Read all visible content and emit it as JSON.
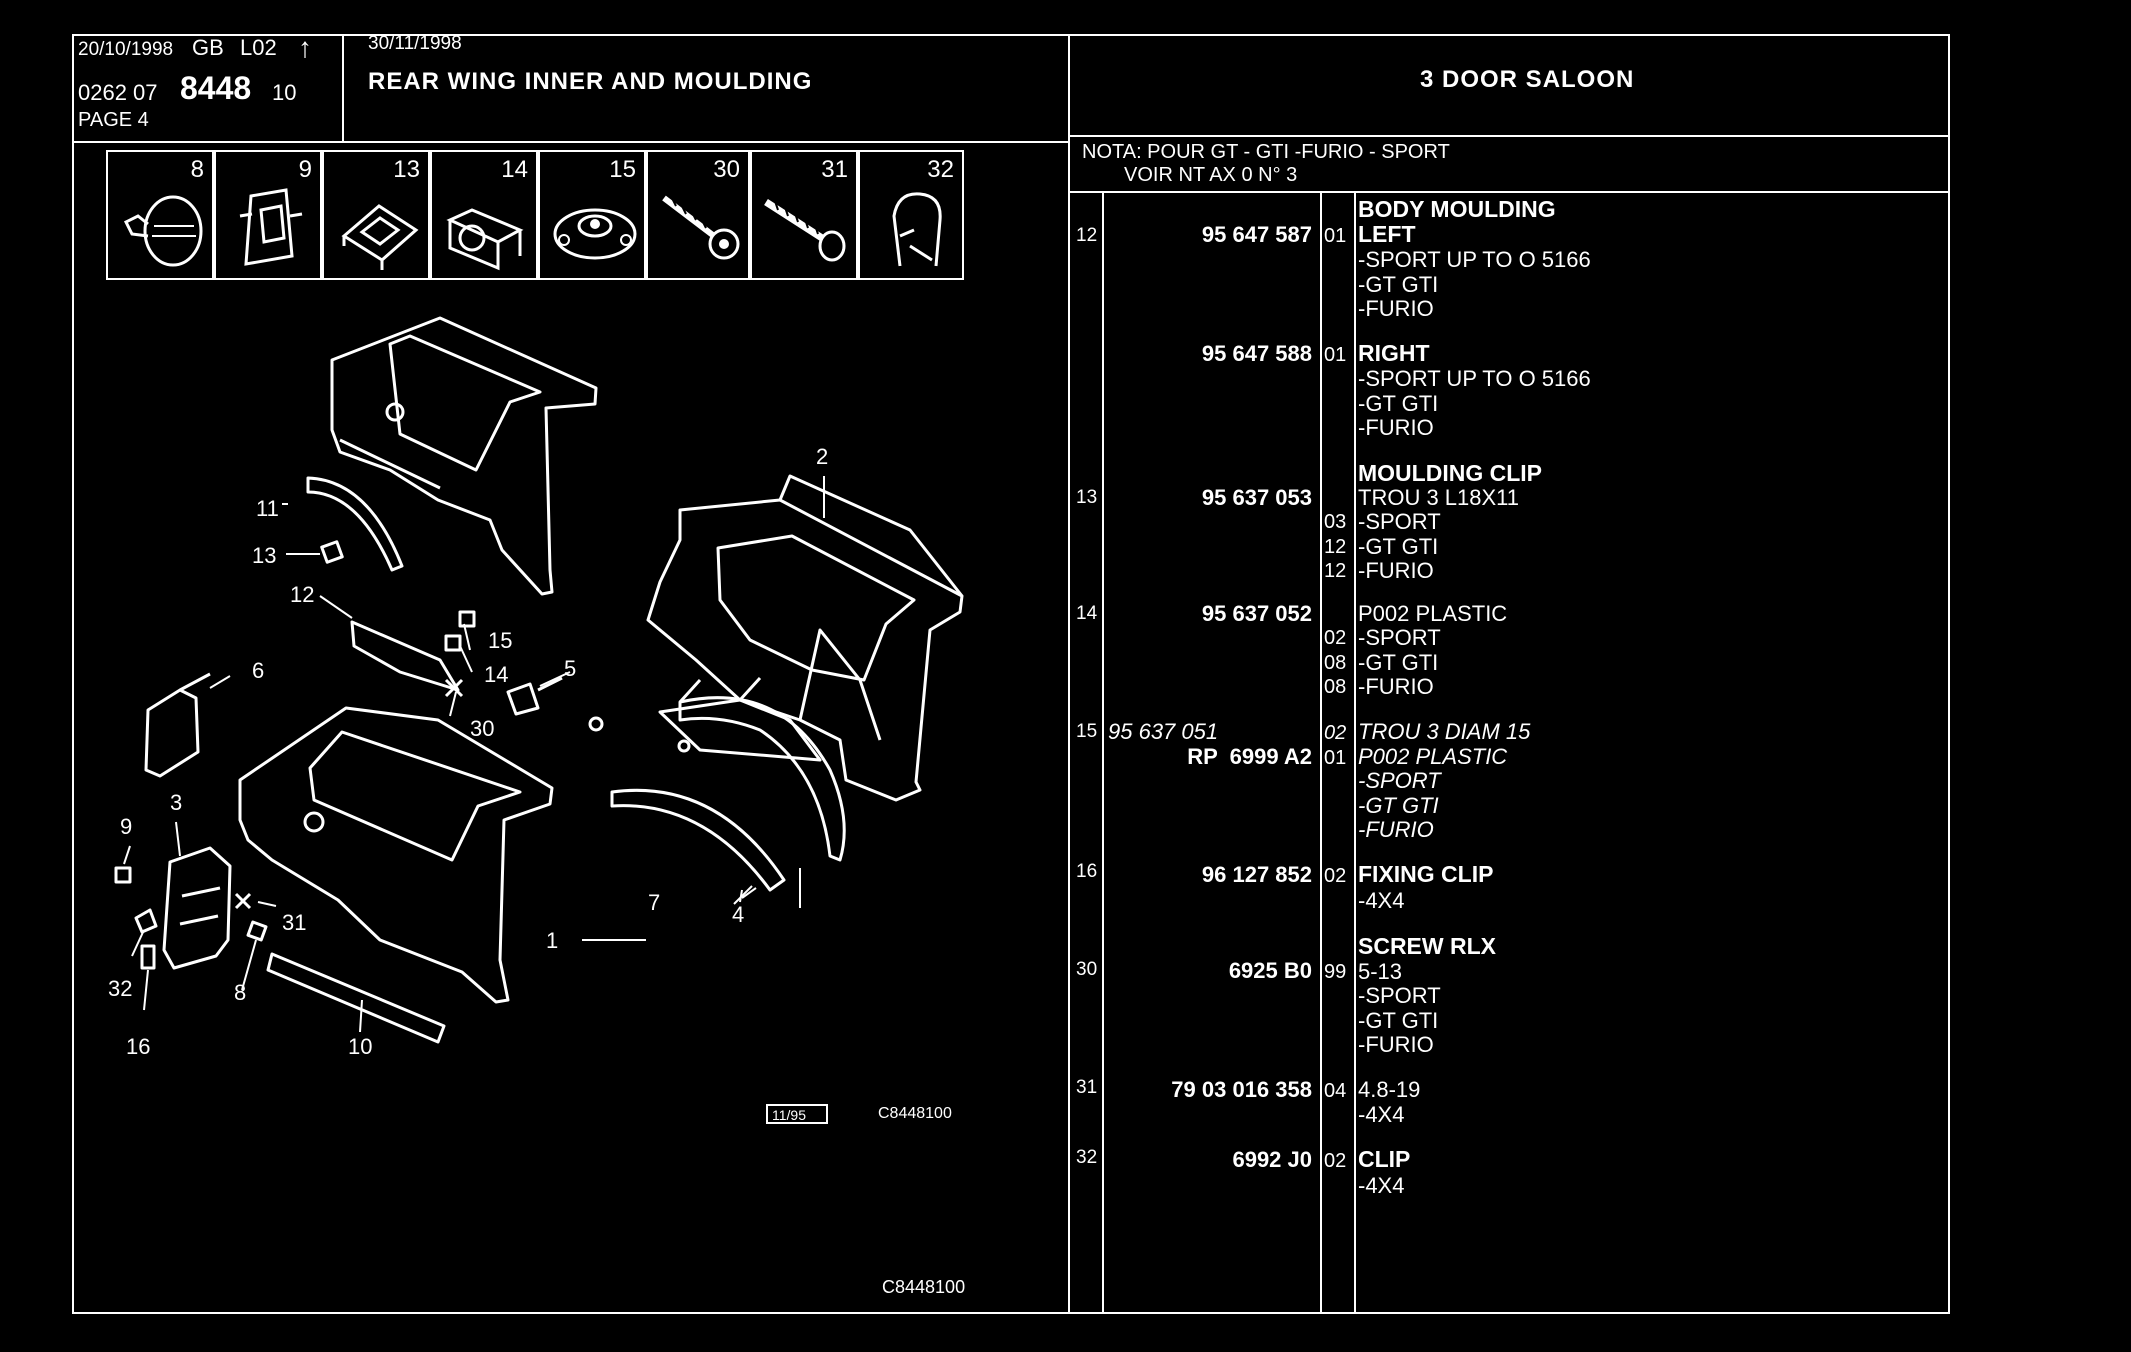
{
  "header": {
    "date_left": "20/10/1998",
    "lang_code": "GB",
    "list_code": "L02",
    "arrow": "↑",
    "catalog_prefix": "0262 07",
    "catalog_big": "8448",
    "catalog_suffix": "10",
    "page": "PAGE 4",
    "date_right": "30/11/1998",
    "section_title": "REAR WING INNER AND MOULDING",
    "model": "3 DOOR SALOON"
  },
  "nota": {
    "line1": "NOTA: POUR GT - GTI -FURIO - SPORT",
    "line2": "VOIR NT AX 0 N° 3"
  },
  "icons": [
    {
      "num": "8",
      "name": "push-rivet-icon"
    },
    {
      "num": "9",
      "name": "clip-bracket-icon"
    },
    {
      "num": "13",
      "name": "square-clip-icon"
    },
    {
      "num": "14",
      "name": "retainer-clip-icon"
    },
    {
      "num": "15",
      "name": "round-plastic-clip-icon"
    },
    {
      "num": "30",
      "name": "screw-icon"
    },
    {
      "num": "31",
      "name": "self-tapping-screw-icon"
    },
    {
      "num": "32",
      "name": "spring-clip-icon"
    }
  ],
  "diagram": {
    "callouts": [
      "1",
      "2",
      "3",
      "4",
      "5",
      "6",
      "7",
      "8",
      "9",
      "10",
      "11",
      "12",
      "13",
      "14",
      "15",
      "16",
      "30",
      "31",
      "32"
    ],
    "date_box": "11/95",
    "ref_code": "C8448100",
    "ref_code_bottom": "C8448100"
  },
  "parts": [
    {
      "ref": "12",
      "part_no": "95 647 587",
      "qty": "01",
      "heading": "BODY MOULDING",
      "label": "LEFT",
      "lines": [
        "-SPORT UP TO O 5166",
        "-GT GTI",
        "-FURIO"
      ]
    },
    {
      "ref": "",
      "part_no": "95 647 588",
      "qty": "01",
      "label": "RIGHT",
      "lines": [
        "-SPORT UP TO O 5166",
        "-GT GTI",
        "-FURIO"
      ]
    },
    {
      "ref": "13",
      "part_no": "95 637 053",
      "heading": "MOULDING CLIP",
      "first_line": "TROU 3 L18X11",
      "sub": [
        {
          "qty": "03",
          "text": "-SPORT"
        },
        {
          "qty": "12",
          "text": "-GT GTI"
        },
        {
          "qty": "12",
          "text": "-FURIO"
        }
      ]
    },
    {
      "ref": "14",
      "part_no": "95 637 052",
      "first_line": "P002 PLASTIC",
      "sub": [
        {
          "qty": "02",
          "text": "-SPORT"
        },
        {
          "qty": "08",
          "text": "-GT GTI"
        },
        {
          "qty": "08",
          "text": "-FURIO"
        }
      ]
    },
    {
      "ref": "15",
      "part_no_italic": "95 637 051",
      "qty_italic": "02",
      "italic_line": "TROU 3 DIAM 15",
      "part_no2": "RP  6999 A2",
      "qty2": "01",
      "lines_italic": [
        "P002 PLASTIC",
        "-SPORT",
        "-GT GTI",
        "-FURIO"
      ]
    },
    {
      "ref": "16",
      "part_no": "96 127 852",
      "qty": "02",
      "label": "FIXING CLIP",
      "lines": [
        "-4X4"
      ]
    },
    {
      "ref": "30",
      "part_no": "6925 B0",
      "qty": "99",
      "heading": "SCREW RLX",
      "first_line": "5-13",
      "lines": [
        "-SPORT",
        "-GT GTI",
        "-FURIO"
      ]
    },
    {
      "ref": "31",
      "part_no": "79 03 016 358",
      "qty": "04",
      "first_line": "4.8-19",
      "lines": [
        "-4X4"
      ]
    },
    {
      "ref": "32",
      "part_no": "6992 J0",
      "qty": "02",
      "label": "CLIP",
      "lines": [
        "-4X4"
      ]
    }
  ]
}
